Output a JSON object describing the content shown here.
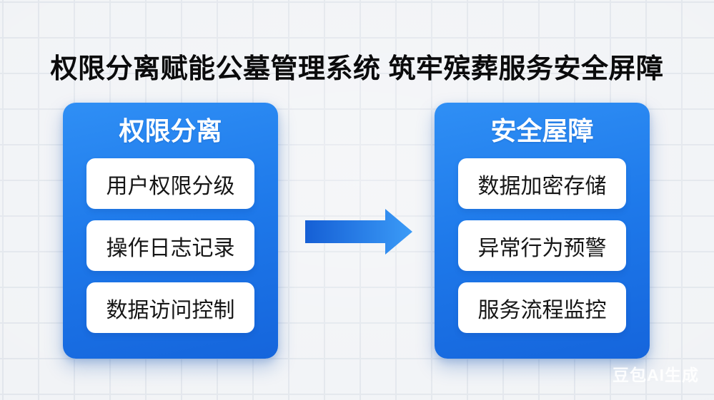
{
  "title": "权限分离赋能公墓管理系统 筑牢殡葬服务安全屏障",
  "panels": [
    {
      "header": "权限分离",
      "items": [
        "用户权限分级",
        "操作日志记录",
        "数据访问控制"
      ]
    },
    {
      "header": "安全屋障",
      "items": [
        "数据加密存储",
        "异常行为预警",
        "服务流程监控"
      ]
    }
  ],
  "arrow": {
    "icon": "arrow-right",
    "direction": "left-panel-to-right-panel"
  },
  "watermark": "豆包AI生成",
  "colors": {
    "background": "#f1f3f6",
    "grid_line": "#e2e6ec",
    "panel_gradient_top": "#2f8ff5",
    "panel_gradient_bottom": "#1565dc",
    "arrow_gradient_left": "#155fd5",
    "arrow_gradient_right": "#3b9bf7",
    "card_background": "#ffffff",
    "card_text": "#161616",
    "header_text": "#ffffff",
    "title_text": "#0b0b0c"
  }
}
